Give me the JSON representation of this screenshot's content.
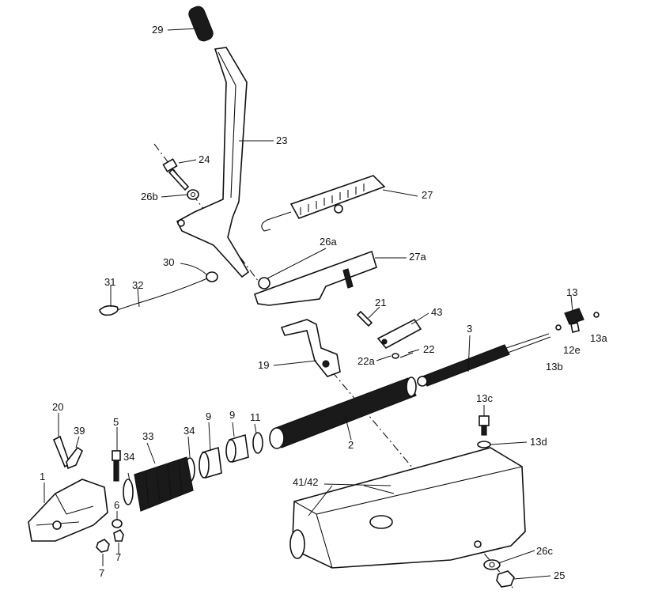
{
  "labels": {
    "l29": "29",
    "l23": "23",
    "l24": "24",
    "l26b": "26b",
    "l27": "27",
    "l30": "30",
    "l26a": "26a",
    "l27a": "27a",
    "l31": "31",
    "l32": "32",
    "l21": "21",
    "l43": "43",
    "l13": "13",
    "l13a": "13a",
    "l12e": "12e",
    "l13b": "13b",
    "l3": "3",
    "l22a": "22a",
    "l22": "22",
    "l19": "19",
    "l20": "20",
    "l39": "39",
    "l5": "5",
    "l33": "33",
    "l34a": "34",
    "l34b": "34",
    "l9a": "9",
    "l9b": "9",
    "l11": "11",
    "l2": "2",
    "l13c": "13c",
    "l13d": "13d",
    "l1": "1",
    "l6": "6",
    "l7a": "7",
    "l7b": "7",
    "l4142": "41/42",
    "l26c": "26c",
    "l25": "25"
  },
  "colors": {
    "ink": "#111111",
    "paper": "#ffffff"
  }
}
